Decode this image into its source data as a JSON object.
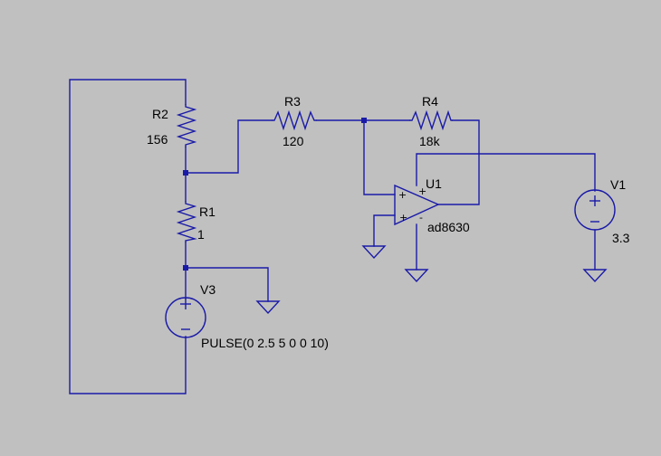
{
  "background_color": "#c0c0c0",
  "wire_color": "#1a1aa8",
  "components": {
    "r1": {
      "name": "R1",
      "value": "1"
    },
    "r2": {
      "name": "R2",
      "value": "156"
    },
    "r3": {
      "name": "R3",
      "value": "120"
    },
    "r4": {
      "name": "R4",
      "value": "18k"
    },
    "u1": {
      "name": "U1",
      "value": "ad8630",
      "plus_pin": "+",
      "minus_pin": "-"
    },
    "v1": {
      "name": "V1",
      "value": "3.3"
    },
    "v3": {
      "name": "V3",
      "value": "PULSE(0 2.5 5 0 0 10)"
    }
  },
  "icons": [
    "ground-icon",
    "voltage-source-icon",
    "resistor-icon",
    "opamp-icon",
    "junction-dot"
  ]
}
